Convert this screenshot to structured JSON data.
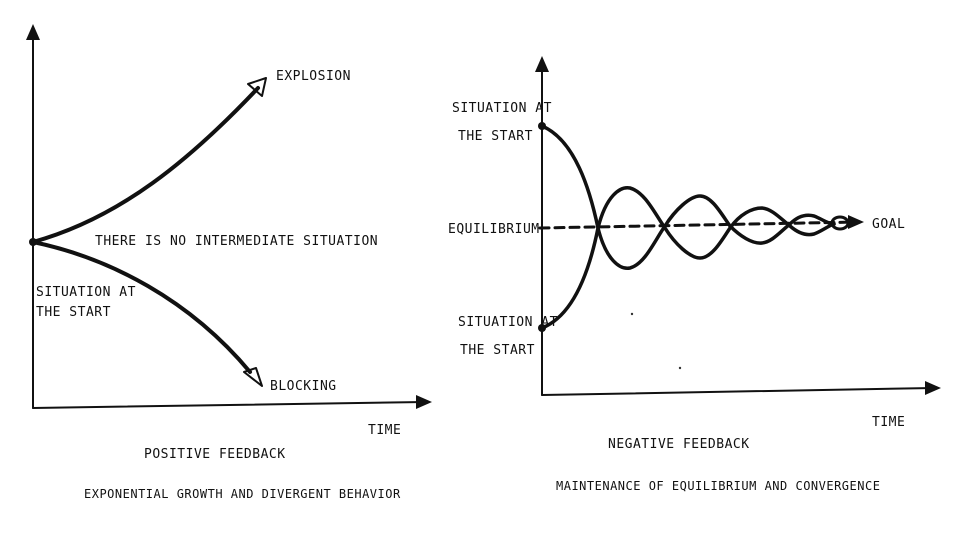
{
  "positive_panel": {
    "label_explosion": "EXPLOSION",
    "label_middle": "THERE IS NO INTERMEDIATE SITUATION",
    "label_start_line1": "SITUATION AT",
    "label_start_line2": "THE START",
    "label_blocking": "BLOCKING",
    "axis_time": "TIME",
    "title": "POSITIVE FEEDBACK",
    "subtitle": "EXPONENTIAL GROWTH AND DIVERGENT BEHAVIOR"
  },
  "negative_panel": {
    "label_start_top_line1": "SITUATION AT",
    "label_start_top_line2": "THE START",
    "label_equilibrium": "EQUILIBRIUM",
    "label_goal": "GOAL",
    "label_start_bottom_line1": "SITUATION AT",
    "label_start_bottom_line2": "THE START",
    "axis_time": "TIME",
    "title": "NEGATIVE FEEDBACK",
    "subtitle": "MAINTENANCE OF EQUILIBRIUM AND CONVERGENCE"
  },
  "colors": {
    "ink": "#111111",
    "background": "#ffffff"
  }
}
